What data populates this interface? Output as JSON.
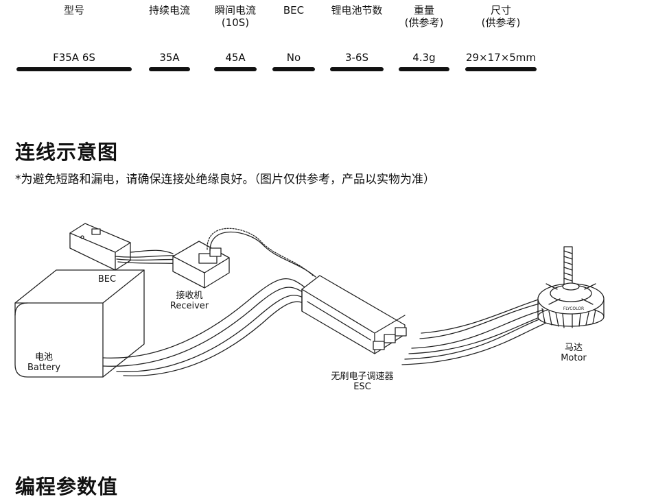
{
  "specs": [
    {
      "header": [
        "型号"
      ],
      "value": "F35A 6S"
    },
    {
      "header": [
        "持续电流"
      ],
      "value": "35A"
    },
    {
      "header": [
        "瞬间电流",
        "(10S)"
      ],
      "value": "45A"
    },
    {
      "header": [
        "BEC"
      ],
      "value": "No"
    },
    {
      "header": [
        "锂电池节数"
      ],
      "value": "3-6S"
    },
    {
      "header": [
        "重量",
        "(供参考)"
      ],
      "value": "4.3g"
    },
    {
      "header": [
        "尺寸",
        "(供参考)"
      ],
      "value": "29×17×5mm"
    }
  ],
  "wiring": {
    "title": "连线示意图",
    "note": "*为避免短路和漏电，请确保连接处绝缘良好。（图片仅供参考，产品以实物为准）"
  },
  "diagram": {
    "bec": [
      "BEC"
    ],
    "receiver": [
      "接收机",
      "Receiver"
    ],
    "battery": [
      "电池",
      "Battery"
    ],
    "esc": [
      "无刷电子调速器",
      "ESC"
    ],
    "motor": [
      "马达",
      "Motor"
    ],
    "motor_brand": "FLYCOLOR"
  },
  "programming": {
    "title": "编程参数值"
  }
}
